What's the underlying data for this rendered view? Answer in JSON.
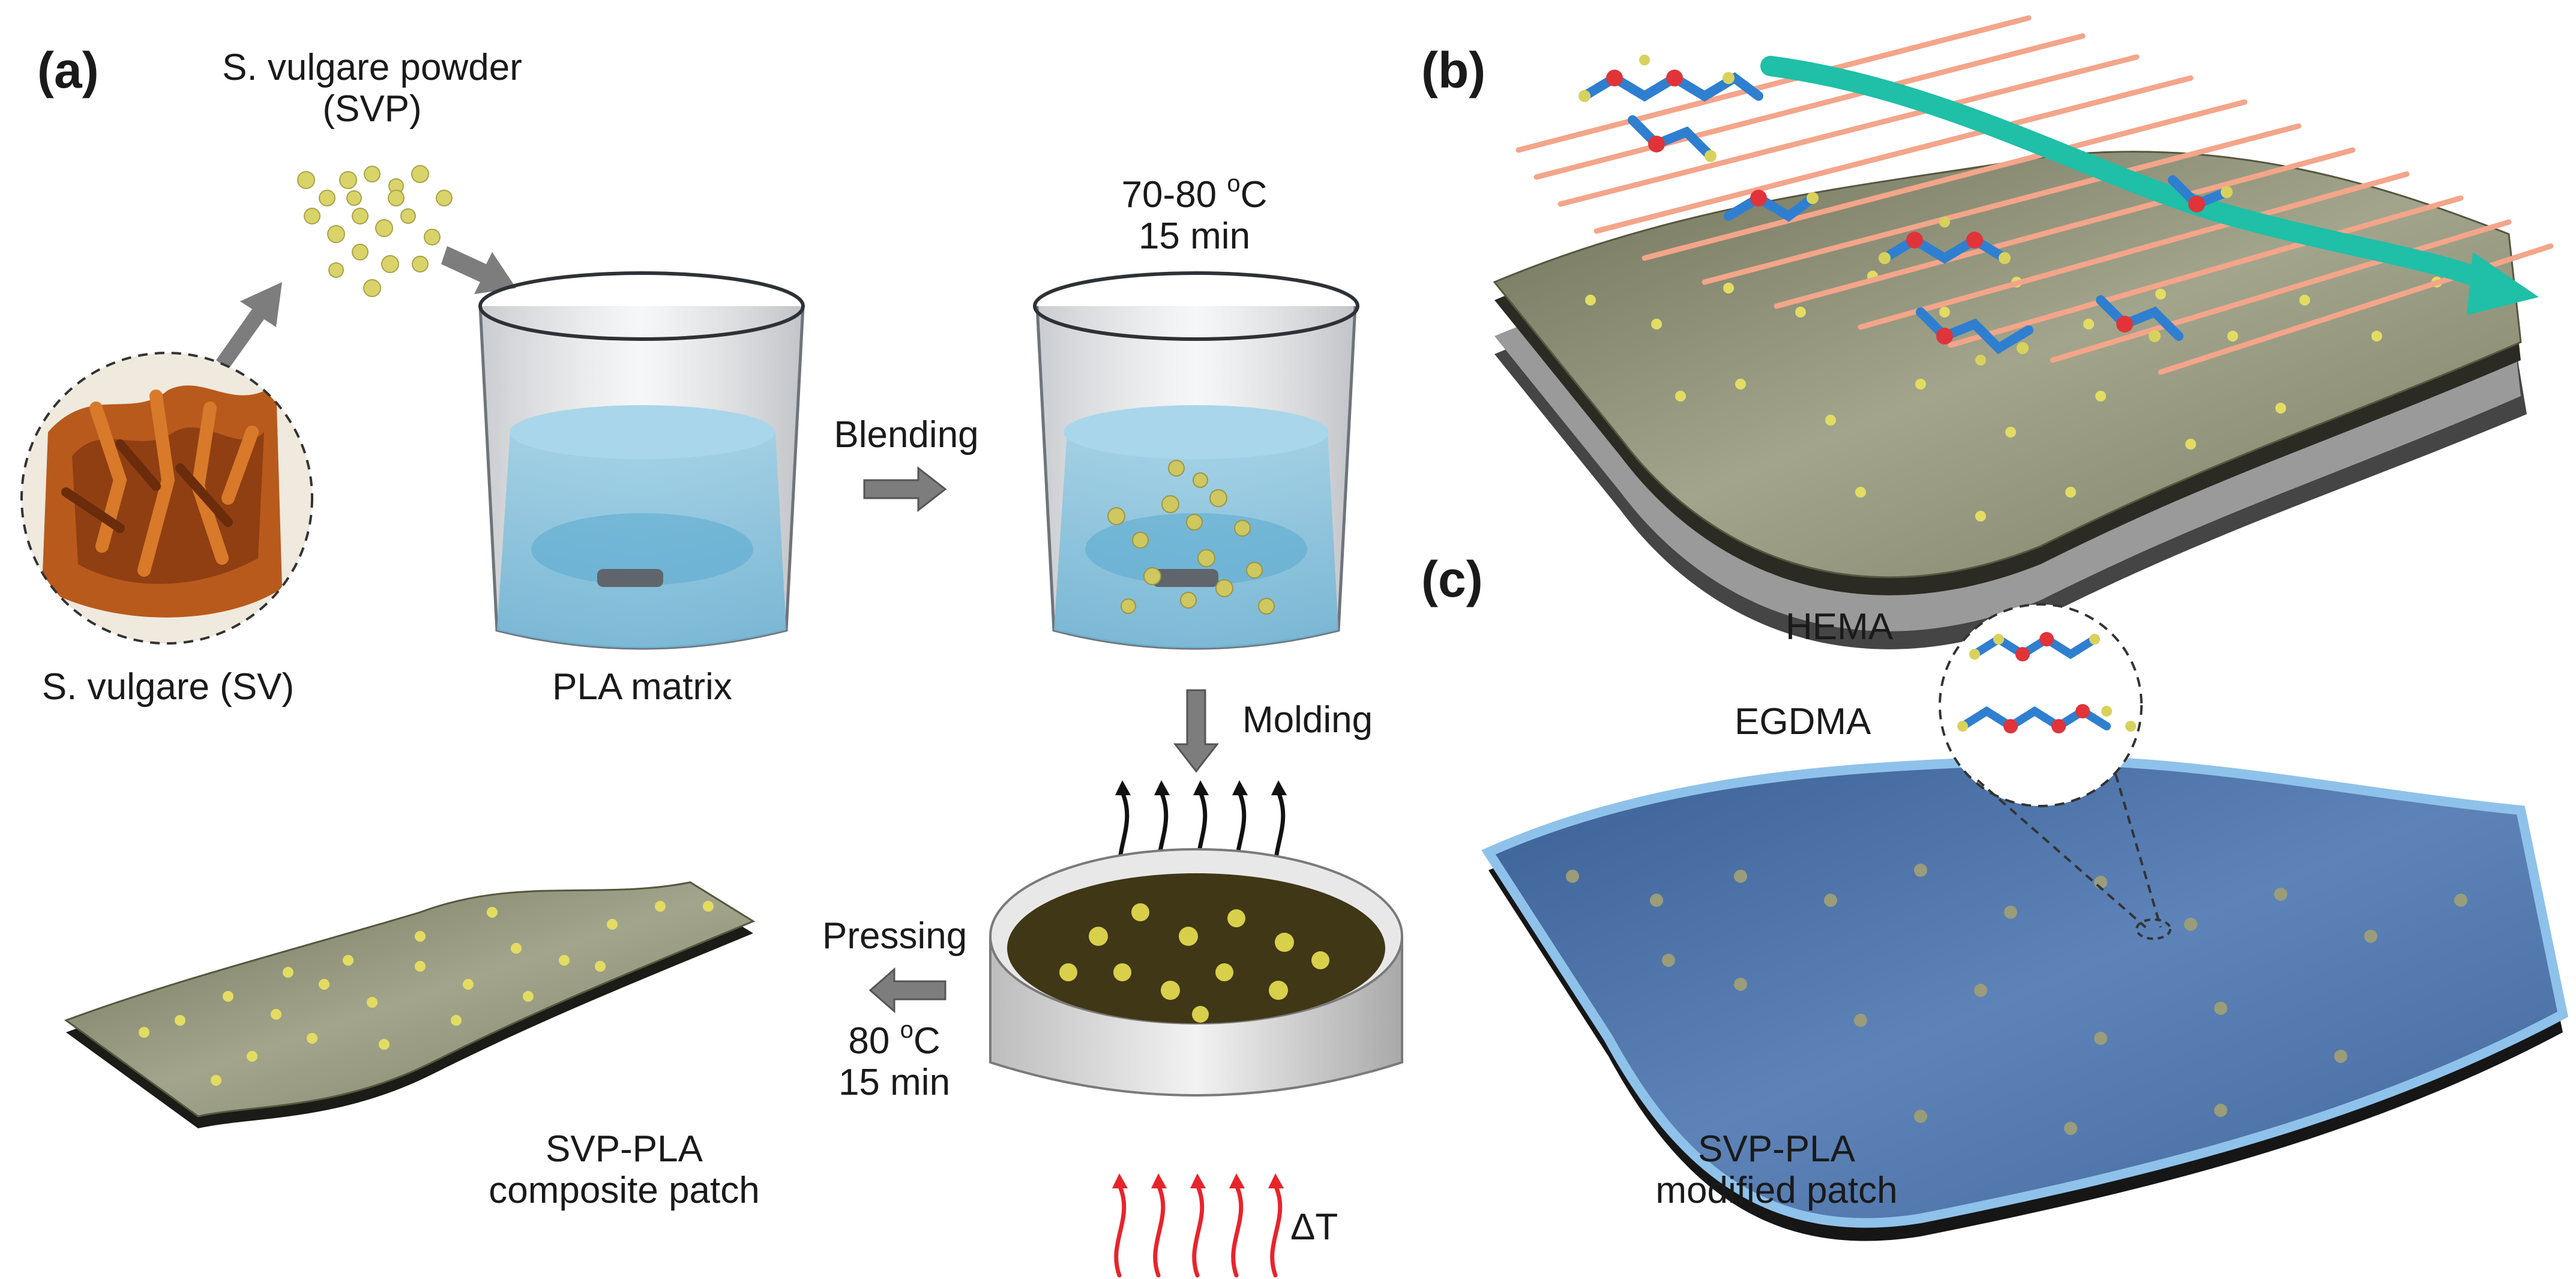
{
  "panels": {
    "a": "(a)",
    "b": "(b)",
    "c": "(c)"
  },
  "labels": {
    "svp_line1": "S. vulgare powder",
    "svp_line2": "(SVP)",
    "sv": "S. vulgare (SV)",
    "pla_matrix": "PLA matrix",
    "blending": "Blending",
    "temp1": "70-80",
    "temp_unit": "C",
    "temp_o": "o",
    "time1": "15 min",
    "molding": "Molding",
    "pressing": "Pressing",
    "temp2": "80",
    "time2": "15 min",
    "delta_t": "ΔT",
    "composite_line1": "SVP-PLA",
    "composite_line2": "composite patch",
    "hema": "HEMA",
    "egdma": "EGDMA",
    "modified_line1": "SVP-PLA",
    "modified_line2": "modified patch"
  },
  "colors": {
    "patch_top": "#8a8c72",
    "patch_edge": "#2a2a24",
    "particle": "#d9d36a",
    "liquid": "#8fc6df",
    "beaker_glass": "#c9ccd1",
    "dish_liquid": "#3f3716",
    "heat_arrow": "#e8242b",
    "uv_lines": "#f4a58a",
    "flow_arrow": "#1fbfa8",
    "coating": "#3f74b8",
    "molecule_blue": "#2f7fd0",
    "molecule_red": "#e0343a",
    "molecule_yellow": "#d8d25c",
    "arrow_gray": "#7d7d7d"
  },
  "icons": [
    "seaweed-photo",
    "beaker-icon",
    "petri-dish-icon",
    "steam-arrows-icon",
    "heat-arrows-icon",
    "patch-icon",
    "molecule-icon",
    "process-arrow-icon"
  ]
}
